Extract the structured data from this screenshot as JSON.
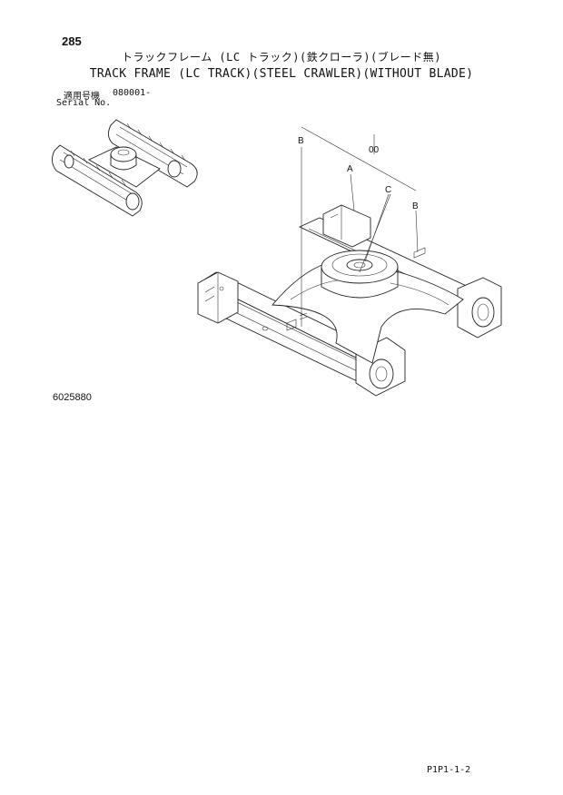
{
  "page": {
    "page_number": "285",
    "title_japanese": "トラックフレーム (LC トラック)(鉄クローラ)(ブレード無)",
    "title_english": "TRACK FRAME (LC TRACK)(STEEL CRAWLER)(WITHOUT BLADE)",
    "serial_label_japanese": "適用号機",
    "serial_value": "080001-",
    "serial_label_english": "Serial No.",
    "figure_number": "6025880",
    "footer_code": "P1P1-1-2"
  },
  "callouts": {
    "assembly": "00",
    "a": "A",
    "b_left": "B",
    "b_right": "B",
    "c": "C"
  }
}
